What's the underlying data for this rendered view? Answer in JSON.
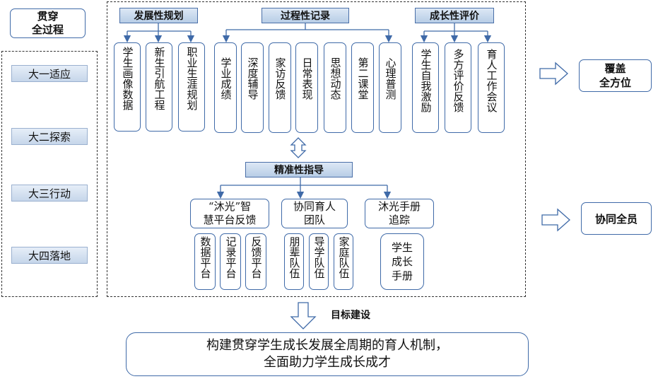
{
  "left": {
    "title_line1": "贯穿",
    "title_line2": "全过程",
    "stages": [
      "大一适应",
      "大二探索",
      "大三行动",
      "大四落地"
    ]
  },
  "headers": {
    "development": "发展性规划",
    "process": "过程性记录",
    "growth": "成长性评价",
    "guidance": "精准性指导"
  },
  "development_items": [
    "学生画像数据",
    "新生引航工程",
    "职业生涯规划"
  ],
  "process_items": [
    "学业成绩",
    "深度辅导",
    "家访反馈",
    "日常表现",
    "思想动态",
    "第二课堂",
    "心理普测"
  ],
  "growth_items": [
    "学生自我激励",
    "多方评价反馈",
    "育人工作会议"
  ],
  "guidance": {
    "platform_line1": "“沐光”智",
    "platform_line2": "慧平台反馈",
    "platform_items": [
      "数据平台",
      "记录平台",
      "反馈平台"
    ],
    "team_line1": "协同育人",
    "team_line2": "团队",
    "team_items": [
      "朋辈队伍",
      "导学队伍",
      "家庭队伍"
    ],
    "handbook_line1": "沐光手册",
    "handbook_line2": "追踪",
    "handbook_item_line1": "学生",
    "handbook_item_line2": "成长",
    "handbook_item_line3": "手册"
  },
  "right": {
    "cover_line1": "覆盖",
    "cover_line2": "全方位",
    "collab": "协同全员"
  },
  "bottom": {
    "target_label": "目标建设",
    "goal_line1": "构建贯穿学生成长发展全周期的育人机制，",
    "goal_line2": "全面助力学生成长成才"
  }
}
